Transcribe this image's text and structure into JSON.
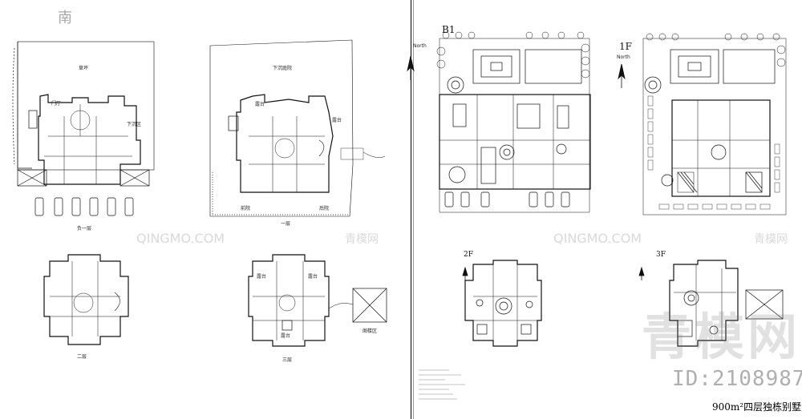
{
  "page_title": "900m²四层独栋别墅",
  "watermark": {
    "id_text": "ID:2108987",
    "logo_text": "青模网",
    "site_text": "QINGMO.COM",
    "site_text_cn": "青模网"
  },
  "north_label": "North",
  "compass_char": "南",
  "left_sheet": {
    "panels": [
      {
        "label": "负一层",
        "top_label": "草坪",
        "area_note_1": "门厅",
        "area_note_2": "下沉区"
      },
      {
        "label": "一层",
        "top_label": "下沉庭院",
        "area_note_1": "露台",
        "area_note_2": "露台",
        "bottom_left": "前院",
        "bottom_right": "后院"
      },
      {
        "label": "二层"
      },
      {
        "label": "三层",
        "area_note_1": "露台",
        "area_note_2": "露台",
        "area_note_3": "露台",
        "side_label": "阁楼区"
      }
    ]
  },
  "right_sheet": {
    "panels": [
      {
        "level_tag": "B1"
      },
      {
        "level_tag": "1F"
      },
      {
        "level_tag": "2F"
      },
      {
        "level_tag": "3F"
      }
    ]
  }
}
